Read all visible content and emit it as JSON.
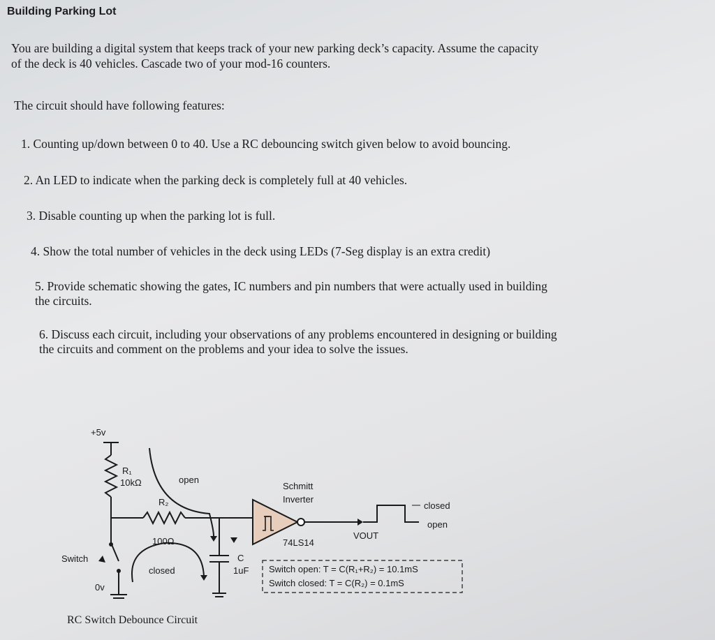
{
  "title": "Building Parking Lot",
  "intro": {
    "line1": "You are building a digital system that keeps track of your new parking deck’s capacity. Assume the capacity",
    "line2": "of the deck is 40 vehicles. Cascade two of your mod-16 counters."
  },
  "features_heading": "The circuit should have following features:",
  "items": [
    {
      "num": "1.",
      "lines": [
        "Counting up/down between 0 to 40. Use a RC debouncing switch given below to avoid bouncing."
      ]
    },
    {
      "num": "2.",
      "lines": [
        "An LED to indicate when the parking deck is completely full at 40 vehicles."
      ]
    },
    {
      "num": "3.",
      "lines": [
        "Disable counting up when the parking lot is full."
      ]
    },
    {
      "num": "4.",
      "lines": [
        "Show the total number of vehicles in the deck using LEDs (7-Seg display is an extra credit)"
      ]
    },
    {
      "num": "5.",
      "lines": [
        "Provide schematic showing the gates, IC numbers and pin numbers that were actually used in building",
        "the circuits."
      ]
    },
    {
      "num": "6.",
      "lines": [
        "Discuss each circuit, including your observations of any problems encountered in designing or building",
        "the circuits and comment on the problems and your idea to solve the issues."
      ]
    }
  ],
  "diagram": {
    "supply": "+5v",
    "r1_name": "R₁",
    "r1_value": "10kΩ",
    "r2_name": "R₂",
    "r2_value": "100Ω",
    "open_label": "open",
    "closed_label": "closed",
    "switch_label": "Switch",
    "ground_label": "0v",
    "cap_name": "C",
    "cap_value": "1uF",
    "schmitt_line1": "Schmitt",
    "schmitt_line2": "Inverter",
    "ic_label": "74LS14",
    "vout_label": "VOUT",
    "out_closed": "closed",
    "out_open": "open",
    "formula_open": "Switch open: T = C(R₁+R₂) = 10.1mS",
    "formula_closed": "Switch closed:  T = C(R₂) = 0.1mS"
  },
  "caption": "RC Switch Debounce Circuit"
}
